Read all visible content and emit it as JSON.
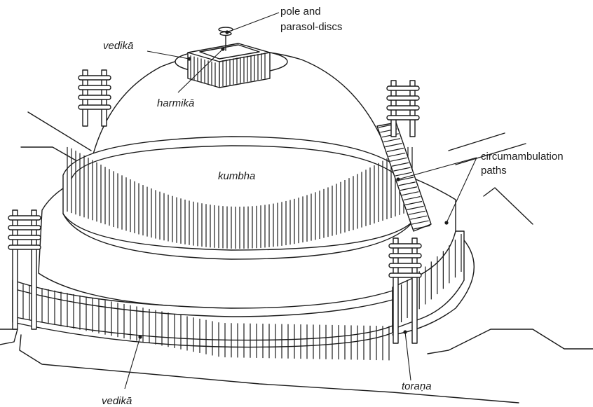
{
  "labels": {
    "pole": [
      "pole and",
      "parasol-discs"
    ],
    "vedika_top": "vedikā",
    "harmika": "harmikā",
    "kumbha": "kumbha",
    "circumambulation": [
      "circumambulation",
      "paths"
    ],
    "vedika_bottom": "vedikā",
    "torana": "toraṇa"
  },
  "colors": {
    "ink": "#1a1a1a",
    "background": "#ffffff"
  }
}
